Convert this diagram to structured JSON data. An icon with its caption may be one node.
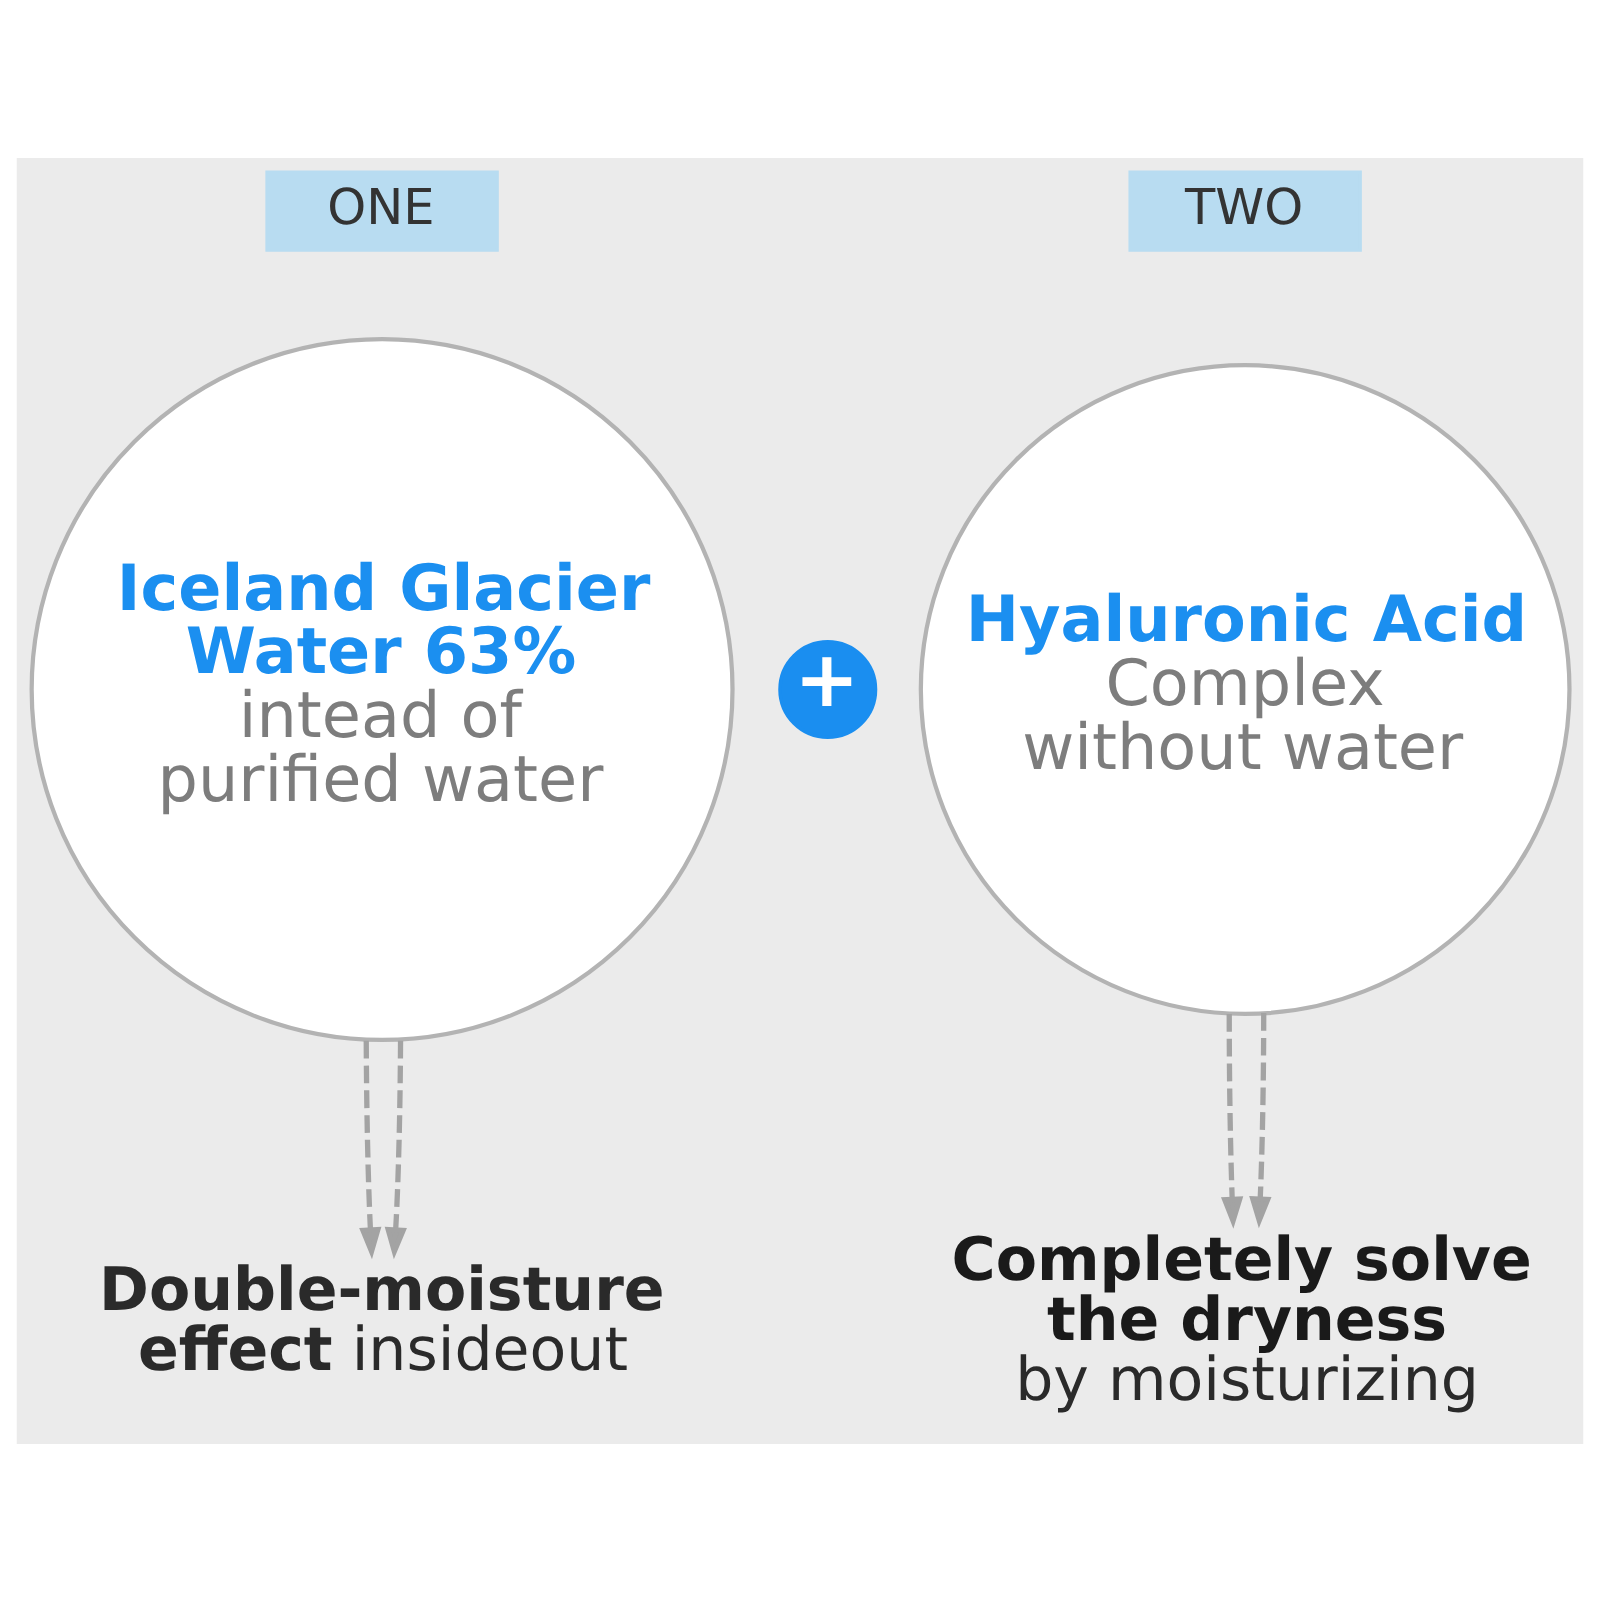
{
  "diagram": {
    "nodes": [
      {
        "text": [
          "ONE"
        ]
      },
      {
        "text": [
          "TWO"
        ]
      },
      {
        "text": [
          "Iceland Glacier Water 63%",
          "intead of purified water"
        ]
      },
      {
        "text": [
          "+"
        ]
      },
      {
        "text": [
          "Hyaluronic Acid",
          "Complex without water"
        ]
      },
      {
        "text": [
          "**Double-moisture effect** insideout"
        ]
      },
      {
        "text": [
          "Completely solve the dryness",
          "by moisturizing"
        ]
      }
    ],
    "edges": [
      {
        "from": 2,
        "to": 5,
        "arrow": "to",
        "style": "dashed"
      },
      {
        "from": 2,
        "to": 5,
        "arrow": "to",
        "style": "dashed"
      },
      {
        "from": 4,
        "to": 6,
        "arrow": "to",
        "style": "dashed"
      },
      {
        "from": 4,
        "to": 6,
        "arrow": "to",
        "style": "dashed"
      }
    ]
  }
}
